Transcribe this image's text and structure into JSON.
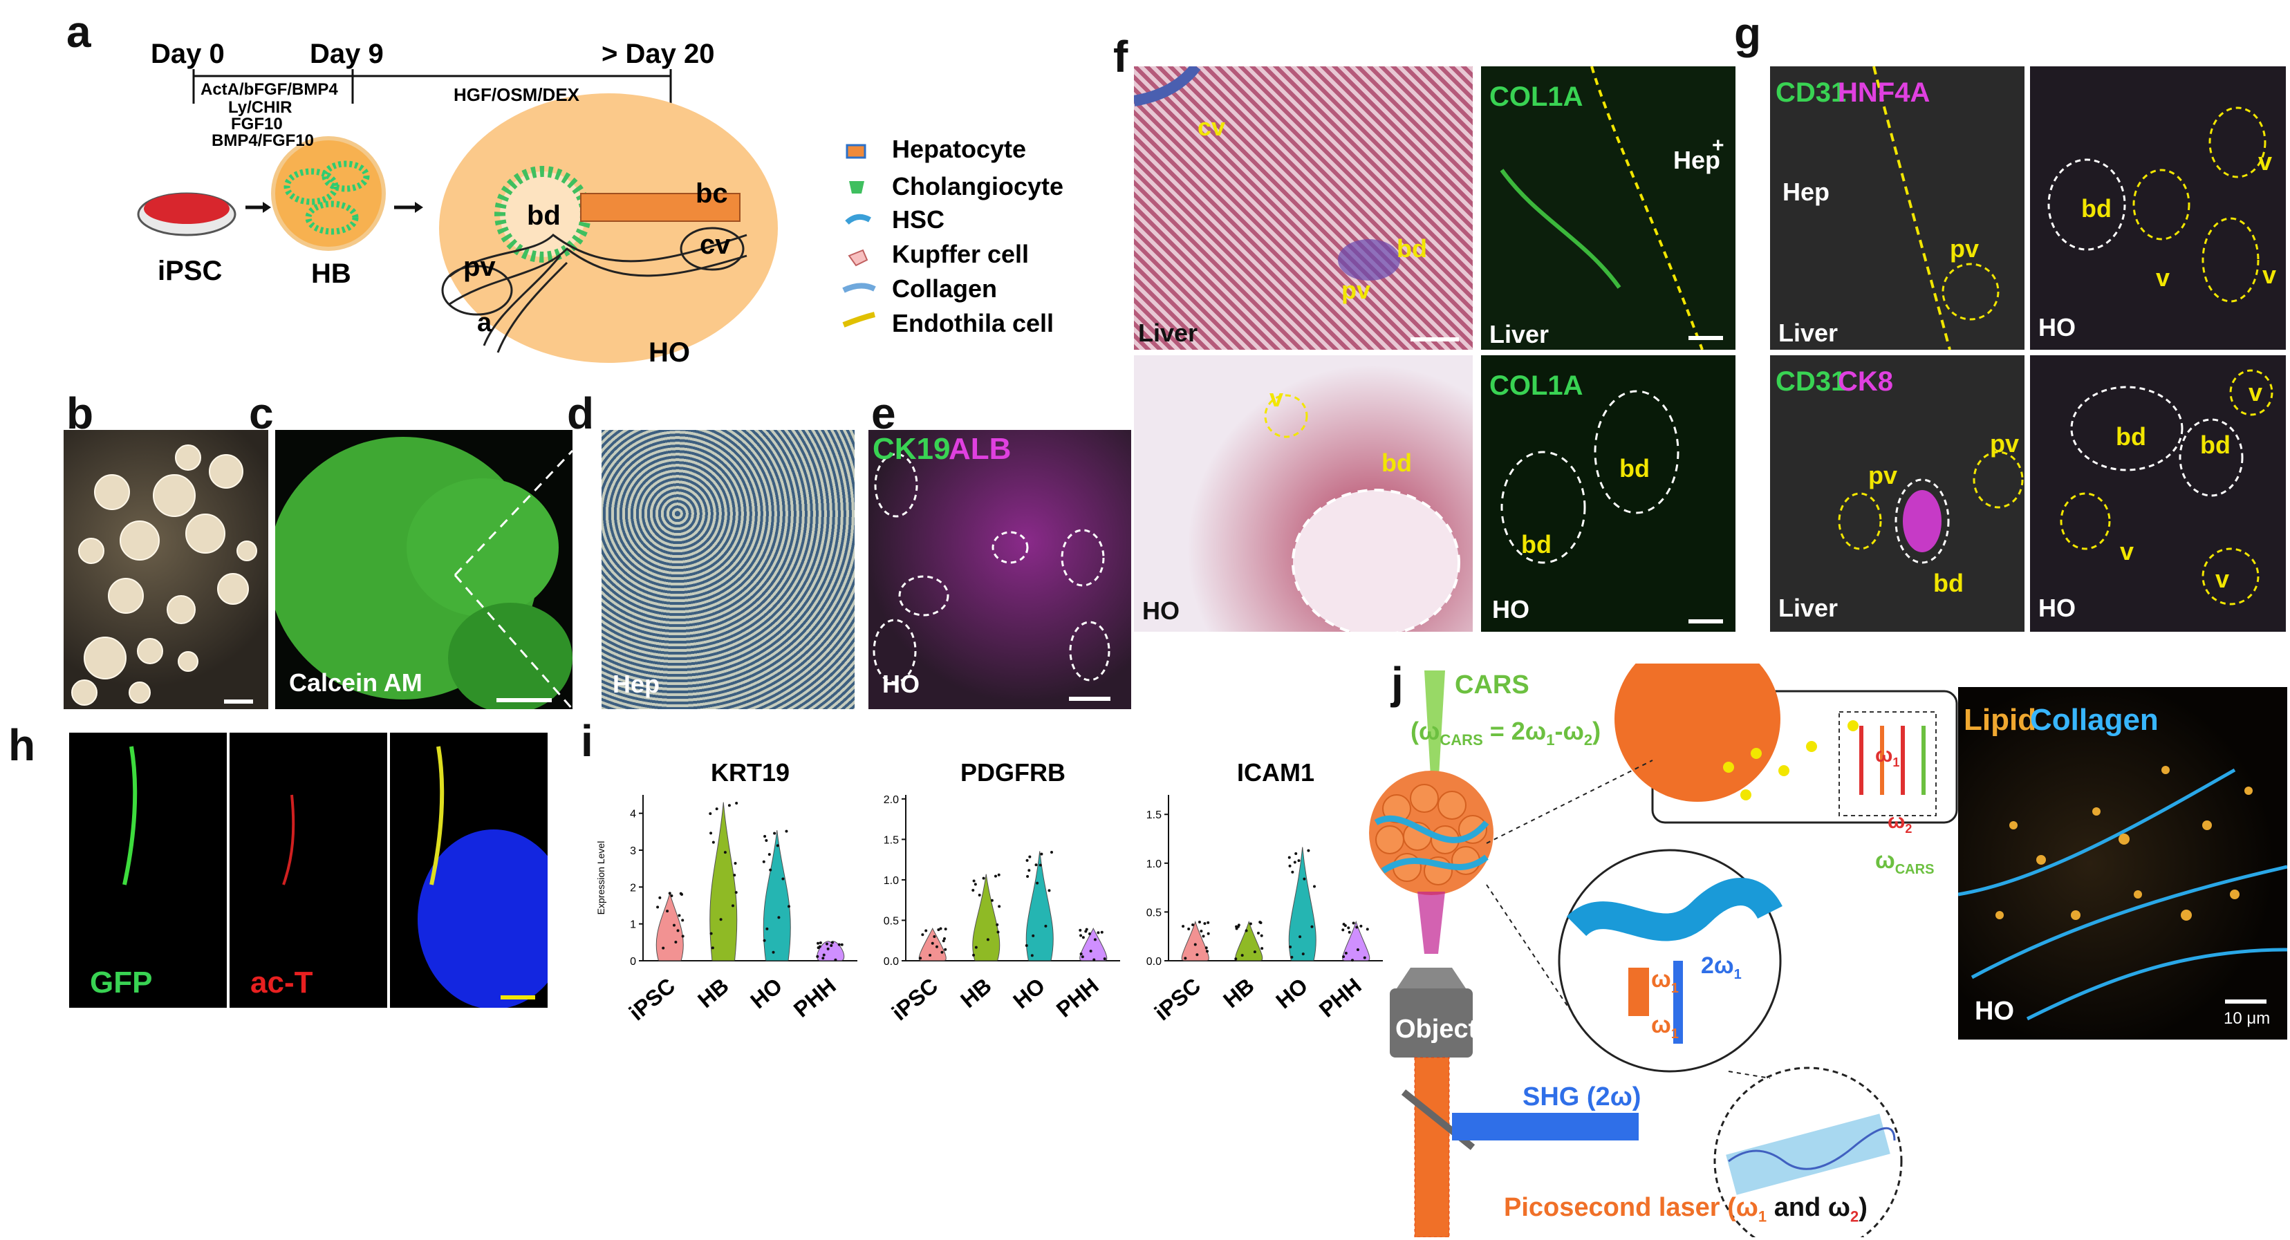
{
  "panels": {
    "a": "a",
    "b": "b",
    "c": "c",
    "d": "d",
    "e": "e",
    "f": "f",
    "g": "g",
    "h": "h",
    "i": "i",
    "j": "j"
  },
  "a": {
    "day0": "Day 0",
    "day9": "Day 9",
    "day20": "> Day 20",
    "factors1": [
      "ActA/bFGF/BMP4",
      "Ly/CHIR",
      "FGF10",
      "BMP4/FGF10"
    ],
    "factors2": "HGF/OSM/DEX",
    "ipsc": "iPSC",
    "hb": "HB",
    "ho": "HO",
    "bd": "bd",
    "bc": "bc",
    "pv": "pv",
    "cv": "cv",
    "a_label": "a",
    "legend": [
      "Hepatocyte",
      "Cholangiocyte",
      "HSC",
      "Kupffer cell",
      "Collagen",
      "Endothila cell"
    ]
  },
  "c": {
    "label": "Calcein AM"
  },
  "d": {
    "label": "Hep"
  },
  "e": {
    "ck19": "CK19",
    "alb": "ALB",
    "ho": "HO"
  },
  "f": {
    "cv": "cv",
    "bd": "bd",
    "pv": "pv",
    "v": "v",
    "liver": "Liver",
    "ho": "HO",
    "col1a": "COL1A",
    "hep": "Hep",
    "plus": "+"
  },
  "g": {
    "cd31": "CD31",
    "hnf4a": "HNF4A",
    "ck8": "CK8",
    "hep": "Hep",
    "pv": "pv",
    "bd": "bd",
    "v": "v",
    "liver": "Liver",
    "ho": "HO"
  },
  "h": {
    "gfp": "GFP",
    "act": "ac-T"
  },
  "i": {
    "ylabel": "Expression Level"
  },
  "chart_data": [
    {
      "type": "violin",
      "title": "KRT19",
      "categories": [
        "iPSC",
        "HB",
        "HO",
        "PHH"
      ],
      "ylim": [
        0,
        4.5
      ],
      "yticks": [
        0,
        1,
        2,
        3,
        4
      ],
      "medians": [
        0.7,
        2.0,
        1.6,
        0.1
      ],
      "colors": [
        "#f08080",
        "#7cae00",
        "#00a9a5",
        "#c77cff"
      ]
    },
    {
      "type": "violin",
      "title": "PDGFRB",
      "categories": [
        "iPSC",
        "HB",
        "HO",
        "PHH"
      ],
      "ylim": [
        0,
        2.05
      ],
      "yticks": [
        0,
        0.5,
        1.0,
        1.5,
        2.0
      ],
      "ytick_labels": [
        "0.0",
        "0.5",
        "1.0",
        "1.5",
        "2.0"
      ],
      "medians": [
        0.0,
        0.3,
        0.45,
        0.0
      ],
      "colors": [
        "#f08080",
        "#7cae00",
        "#00a9a5",
        "#c77cff"
      ]
    },
    {
      "type": "violin",
      "title": "ICAM1",
      "categories": [
        "iPSC",
        "HB",
        "HO",
        "PHH"
      ],
      "ylim": [
        0,
        1.7
      ],
      "yticks": [
        0,
        0.5,
        1.0,
        1.5
      ],
      "ytick_labels": [
        "0.0",
        "0.5",
        "1.0",
        "1.5"
      ],
      "medians": [
        0.0,
        0.0,
        0.35,
        0.0
      ],
      "colors": [
        "#f08080",
        "#7cae00",
        "#00a9a5",
        "#c77cff"
      ]
    }
  ],
  "j": {
    "cars": "CARS",
    "cars_eq": "(ω",
    "cars_sub": "CARS",
    "cars_eq2": " = 2ω",
    "one": "1",
    "minus": "-ω",
    "two": "2",
    ")": ")",
    "objective": "Objective",
    "shg": "SHG (2ω)",
    "laser": "Picosecond laser (ω",
    "and": " and ω",
    "w1": "ω",
    "w2": "ω",
    "wcars": "ω",
    "two_w1": "2ω",
    "lipid": "Lipid",
    "collagen": "Collagen",
    "ho": "HO",
    "scale": "10 μm"
  },
  "colors": {
    "green": "#39d353",
    "magenta": "#e040e0",
    "yellow": "#f2e600",
    "orange": "#ff7a3d",
    "blue": "#2f6fe8",
    "cyan": "#38b6ff"
  }
}
